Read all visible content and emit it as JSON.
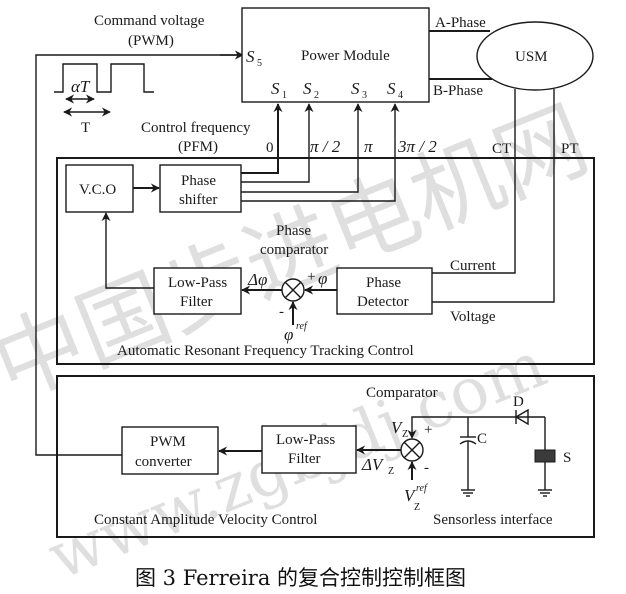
{
  "watermark": {
    "chinese": "中国步进电机网",
    "url": "www.zgbjdj.com"
  },
  "top": {
    "command_voltage_label": "Command voltage",
    "command_voltage_sub": "(PWM)",
    "pwm_waveform": {
      "duty_label": "αT",
      "period_label": "T"
    },
    "control_frequency_label": "Control frequency",
    "control_frequency_sub": "(PFM)",
    "power_module": {
      "title": "Power Module",
      "s5": "S",
      "s5_sub": "5",
      "inputs": [
        {
          "sym": "S",
          "sub": "1",
          "phase": "0"
        },
        {
          "sym": "S",
          "sub": "2",
          "phase": "π / 2"
        },
        {
          "sym": "S",
          "sub": "3",
          "phase": "π"
        },
        {
          "sym": "S",
          "sub": "4",
          "phase": "3π / 2"
        }
      ]
    },
    "a_phase": "A-Phase",
    "b_phase": "B-Phase",
    "usm": "USM",
    "ct": "CT",
    "pt": "PT"
  },
  "tracking_block": {
    "title": "Automatic Resonant Frequency  Tracking Control",
    "vco": "V.C.O",
    "phase_shifter": [
      "Phase",
      "shifter"
    ],
    "phase_comparator": [
      "Phase",
      "comparator"
    ],
    "lpf": [
      "Low-Pass",
      "Filter"
    ],
    "phase_detector": [
      "Phase",
      "Detector"
    ],
    "delta_phi": "Δφ",
    "phi": "φ",
    "phi_ref": "φ",
    "phi_ref_sup": "ref",
    "plus": "+",
    "minus": "-",
    "current": "Current",
    "voltage": "Voltage"
  },
  "velocity_block": {
    "title": "Constant Amplitude Velocity Control",
    "pwm_converter": [
      "PWM",
      "converter"
    ],
    "lpf": [
      "Low-Pass",
      "Filter"
    ],
    "comparator": "Comparator",
    "delta_vz": "ΔV",
    "delta_vz_sub": "Z",
    "vz": "V",
    "vz_sub": "Z",
    "vz_ref": "V",
    "vz_ref_sub": "Z",
    "vz_ref_sup": "ref",
    "plus": "+",
    "minus": "-",
    "diode": "D",
    "capacitor": "C",
    "sensor": "S",
    "sensorless_interface": "Sensorless interface"
  },
  "caption": "图 3 Ferreira 的复合控制控制框图"
}
